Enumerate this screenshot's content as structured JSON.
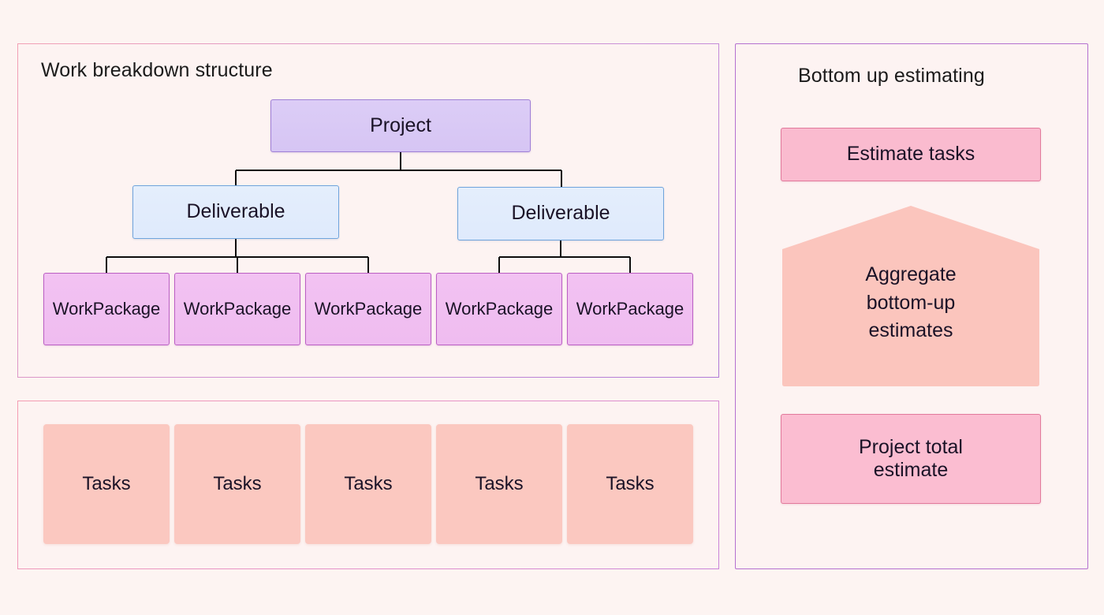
{
  "background_color": "#fdf4f2",
  "panels": {
    "wbs": {
      "title": "Work breakdown structure",
      "border_color": "#c98fd8",
      "background": "#fdf3f2"
    },
    "tasks": {
      "border_color": "#e692c9",
      "background": "#fdf3f2"
    },
    "estimating": {
      "title": "Bottom up estimating",
      "border_color": "#b470cf",
      "background": "#fdf3f2"
    }
  },
  "wbs_tree": {
    "root": {
      "label": "Project",
      "fill": "#d9c8f5",
      "border": "#9f7fd6"
    },
    "deliverables": [
      {
        "label": "Deliverable",
        "fill": "#e1ecfc",
        "border": "#6fa4dc"
      },
      {
        "label": "Deliverable",
        "fill": "#e1ecfc",
        "border": "#6fa4dc"
      }
    ],
    "work_packages": [
      {
        "label": "Work Package",
        "fill": "#f0bef1",
        "border": "#bb5fc4"
      },
      {
        "label": "Work Package",
        "fill": "#f0bef1",
        "border": "#bb5fc4"
      },
      {
        "label": "Work Package",
        "fill": "#f0bef1",
        "border": "#bb5fc4"
      },
      {
        "label": "Work Package",
        "fill": "#f0bef1",
        "border": "#bb5fc4"
      },
      {
        "label": "Work Package",
        "fill": "#f0bef1",
        "border": "#bb5fc4"
      }
    ],
    "connector_color": "#0d0d0d"
  },
  "tasks_row": {
    "items": [
      {
        "label": "Tasks",
        "fill": "#fbc8c0"
      },
      {
        "label": "Tasks",
        "fill": "#fbc8c0"
      },
      {
        "label": "Tasks",
        "fill": "#fbc8c0"
      },
      {
        "label": "Tasks",
        "fill": "#fbc8c0"
      },
      {
        "label": "Tasks",
        "fill": "#fbc8c0"
      }
    ]
  },
  "estimating_flow": {
    "steps": [
      {
        "label": "Estimate tasks",
        "shape": "rectangle",
        "fill": "#fabbcf",
        "border": "#e27a9c"
      },
      {
        "label": "Aggregate bottom-up estimates",
        "shape": "pentagon-up-arrow",
        "fill": "#fbc5bd",
        "border": "none"
      },
      {
        "label": "Project total estimate",
        "shape": "rectangle",
        "fill": "#fbbdd1",
        "border": "#e27a9c"
      }
    ],
    "aggregate_lines": [
      "Aggregate",
      "bottom-up",
      "estimates"
    ],
    "project_total_lines": [
      "Project total",
      "estimate"
    ]
  }
}
